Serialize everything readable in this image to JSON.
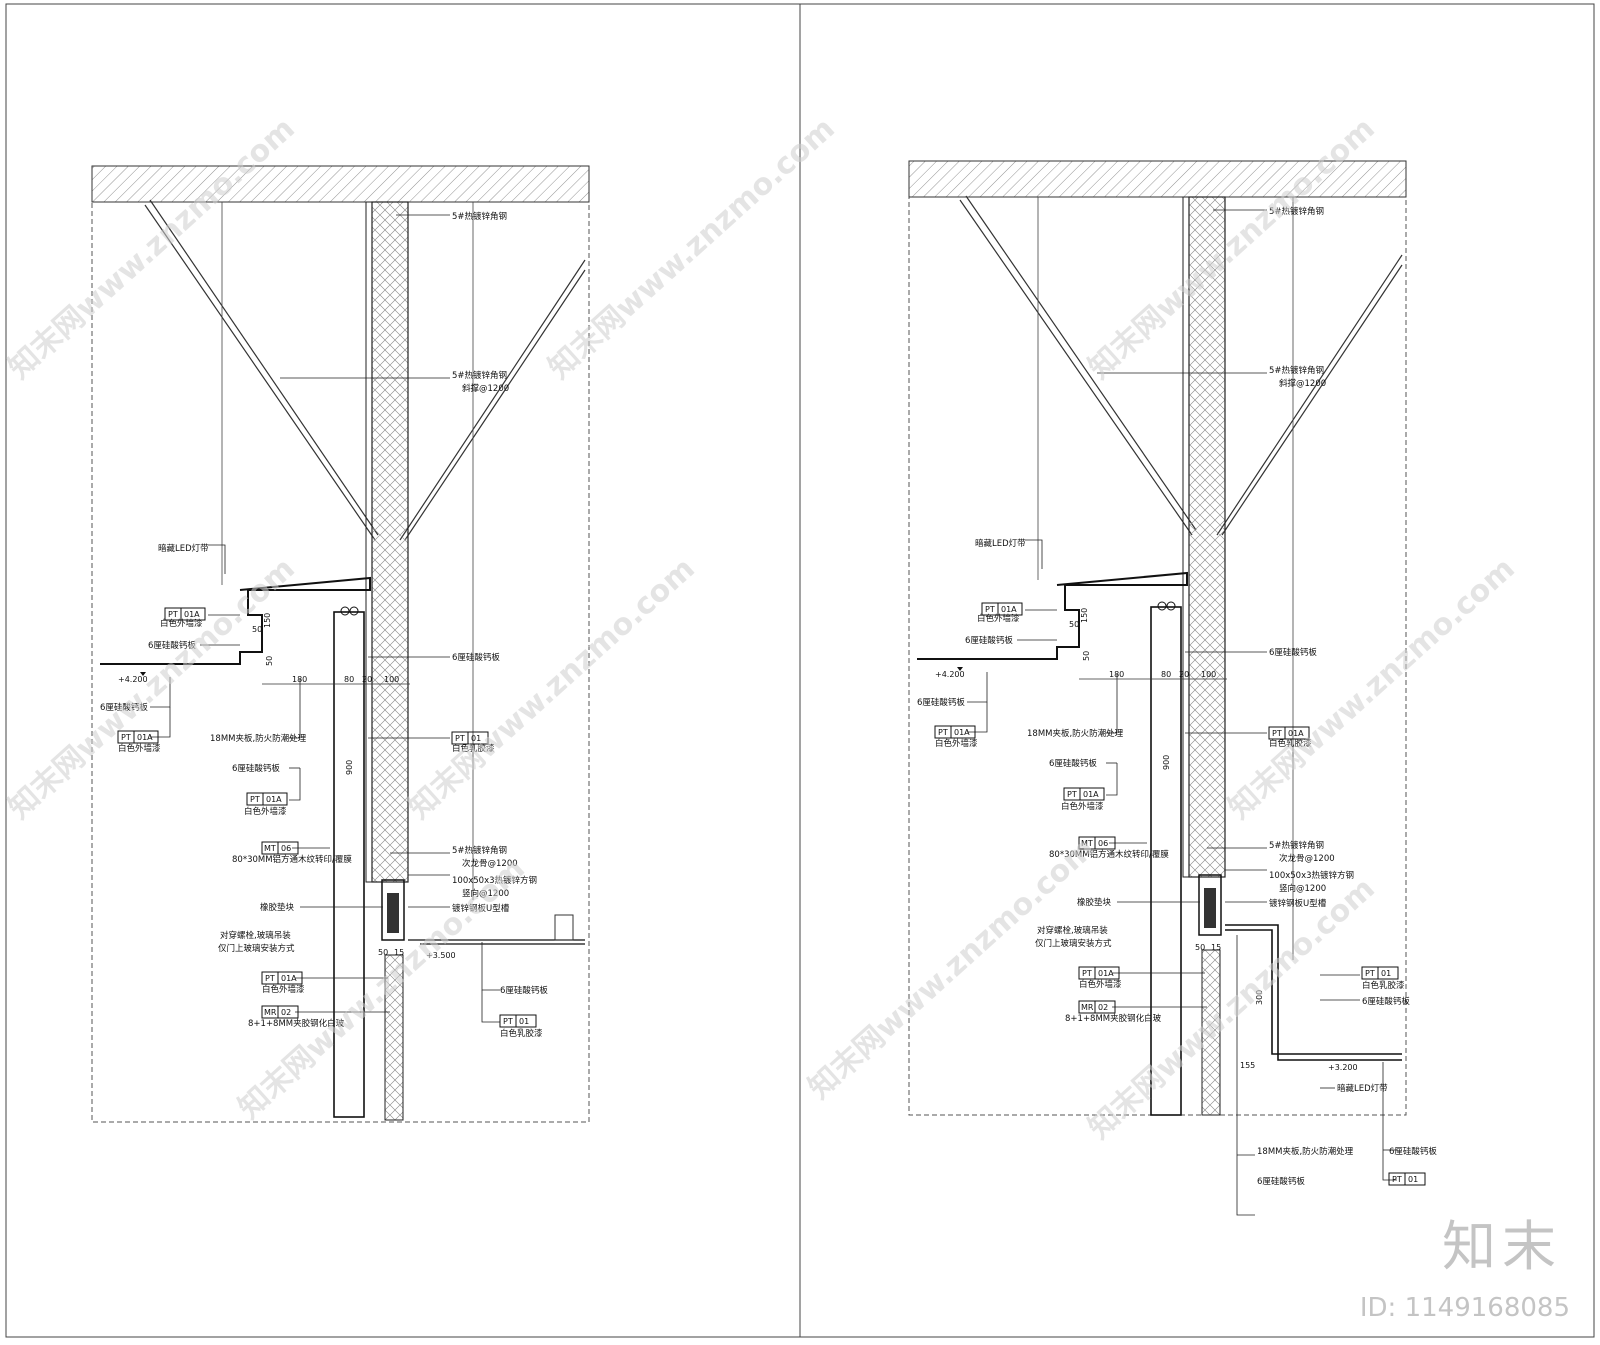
{
  "watermark": {
    "site": "知末网www.znzmo.com",
    "brand": "知末",
    "id_text": "ID: 1149168085"
  },
  "left": {
    "elev": {
      "level1": "+4.200",
      "level2": "+3.500"
    },
    "dims": [
      "150",
      "50",
      "50",
      "180",
      "80",
      "20",
      "100",
      "900",
      "50",
      "15"
    ],
    "labels": {
      "angle_steel": "5#热镀锌角钢",
      "angle_brace_1": "5#热镀锌角钢",
      "angle_brace_2": "斜撑@1200",
      "led_strip": "暗藏LED灯带",
      "paint_white_ext": "白色外墙漆",
      "calcium_board_1": "6厘硅酸钙板",
      "calcium_board_2": "6厘硅酸钙板",
      "calcium_board_3": "6厘硅酸钙板",
      "calcium_board_4": "6厘硅酸钙板",
      "calcium_board_5": "6厘硅酸钙板",
      "plywood": "18MM夹板,防火防潮处理",
      "paint_white_ext_2": "白色外墙漆",
      "paint_white_ext_3": "白色外墙漆",
      "paint_white_ext_4": "白色外墙漆",
      "latex_white": "白色乳胶漆",
      "latex_white_2": "白色乳胶漆",
      "mt_desc": "80*30MM铝方通木纹转印/覆膜",
      "secondary_1": "5#热镀锌角钢",
      "secondary_2": "次龙骨@1200",
      "square_steel_1": "100x50x3热镀锌方钢",
      "square_steel_2": "竖向@1200",
      "rubber_pad": "橡胶垫块",
      "u_channel": "镀锌钢板U型槽",
      "bolt_1": "对穿螺栓,玻璃吊装",
      "bolt_2": "仅门上玻璃安装方式",
      "glass": "8+1+8MM夹胶钢化白玻"
    },
    "tags": {
      "pt01a_a": [
        "PT",
        "01A"
      ],
      "pt01a_b": [
        "PT",
        "01A"
      ],
      "pt01a_c": [
        "PT",
        "01A"
      ],
      "pt01a_d": [
        "PT",
        "01A"
      ],
      "pt01_a": [
        "PT",
        "01"
      ],
      "pt01_b": [
        "PT",
        "01"
      ],
      "mt06": [
        "MT",
        "06"
      ],
      "mr02": [
        "MR",
        "02"
      ]
    }
  },
  "right": {
    "elev": {
      "level1": "+4.200",
      "level2": "+3.200"
    },
    "dims": [
      "150",
      "50",
      "50",
      "180",
      "80",
      "20",
      "100",
      "900",
      "50",
      "15",
      "300",
      "155"
    ],
    "labels": {
      "angle_steel": "5#热镀锌角钢",
      "angle_brace_1": "5#热镀锌角钢",
      "angle_brace_2": "斜撑@1200",
      "led_strip": "暗藏LED灯带",
      "led_strip_2": "暗藏LED灯带",
      "paint_white_ext": "白色外墙漆",
      "paint_white_ext_2": "白色外墙漆",
      "paint_white_ext_3": "白色外墙漆",
      "paint_white_ext_4": "白色外墙漆",
      "calcium_board_1": "6厘硅酸钙板",
      "calcium_board_2": "6厘硅酸钙板",
      "calcium_board_3": "6厘硅酸钙板",
      "calcium_board_4": "6厘硅酸钙板",
      "calcium_board_5": "6厘硅酸钙板",
      "calcium_board_6": "6厘硅酸钙板",
      "calcium_board_7": "6厘硅酸钙板",
      "plywood": "18MM夹板,防火防潮处理",
      "plywood_2": "18MM夹板,防火防潮处理",
      "latex_white": "白色乳胶漆",
      "latex_white_2": "白色乳胶漆",
      "mt_desc": "80*30MM铝方通木纹转印/覆膜",
      "secondary_1": "5#热镀锌角钢",
      "secondary_2": "次龙骨@1200",
      "square_steel_1": "100x50x3热镀锌方钢",
      "square_steel_2": "竖向@1200",
      "rubber_pad": "橡胶垫块",
      "u_channel": "镀锌钢板U型槽",
      "bolt_1": "对穿螺栓,玻璃吊装",
      "bolt_2": "仅门上玻璃安装方式",
      "glass": "8+1+8MM夹胶钢化白玻"
    },
    "tags": {
      "pt01a_a": [
        "PT",
        "01A"
      ],
      "pt01a_b": [
        "PT",
        "01A"
      ],
      "pt01a_c": [
        "PT",
        "01A"
      ],
      "pt01a_d": [
        "PT",
        "01A"
      ],
      "pt01_a": [
        "PT",
        "01"
      ],
      "pt01_b": [
        "PT",
        "01"
      ],
      "mt06": [
        "MT",
        "06"
      ],
      "mr02": [
        "MR",
        "02"
      ]
    }
  }
}
